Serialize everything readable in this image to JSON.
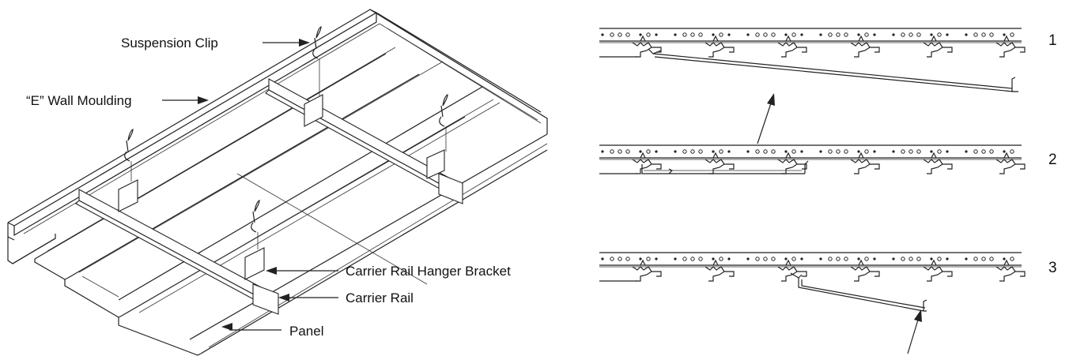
{
  "isometric": {
    "labels": {
      "suspension_clip": "Suspension Clip",
      "wall_moulding": "“E” Wall Moulding",
      "hanger_bracket": "Carrier Rail Hanger Bracket",
      "carrier_rail": "Carrier Rail",
      "panel": "Panel"
    }
  },
  "steps": [
    {
      "number": "1"
    },
    {
      "number": "2"
    },
    {
      "number": "3"
    }
  ],
  "colors": {
    "ink": "#222222",
    "background": "#ffffff"
  }
}
